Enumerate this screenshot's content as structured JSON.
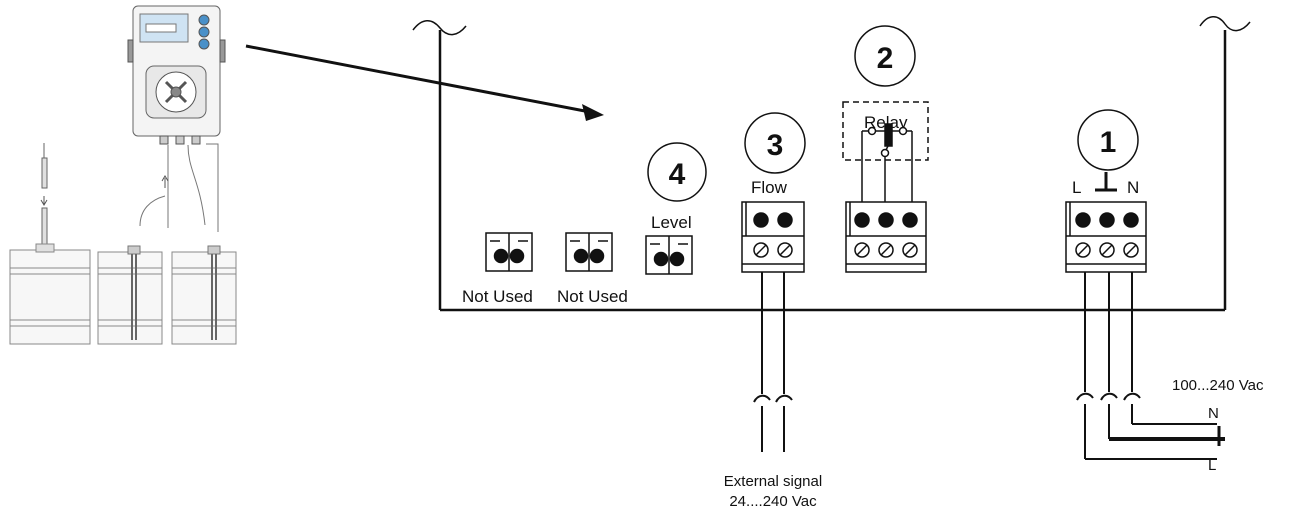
{
  "diagram": {
    "terminals": {
      "not_used_1": "Not Used",
      "not_used_2": "Not Used",
      "level": "Level",
      "flow": "Flow",
      "relay": "Relay",
      "power_L": "L",
      "power_N": "N"
    },
    "callouts": {
      "c1": "1",
      "c2": "2",
      "c3": "3",
      "c4": "4"
    },
    "external_signal": {
      "line1": "External  signal",
      "line2": "24....240  Vac"
    },
    "mains": {
      "voltage": "100...240  Vac",
      "wire_N": "N",
      "wire_L": "L"
    },
    "colors": {
      "line": "#111111",
      "terminal_fill": "#ffffff",
      "pump_panel": "#4a90c8"
    },
    "icons": [
      "ground-icon",
      "relay-switch-icon",
      "ac-tilde-icon",
      "pump-device-illustration"
    ]
  }
}
